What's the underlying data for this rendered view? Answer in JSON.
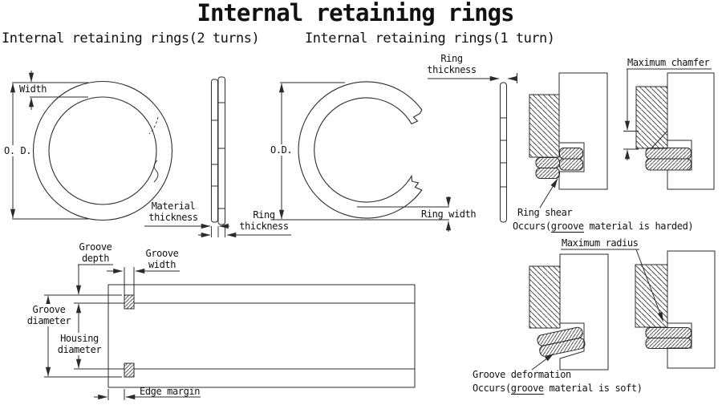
{
  "title": "Internal retaining rings",
  "subtitles": {
    "left": "Internal retaining rings(2 turns)",
    "right": "Internal retaining rings(1 turn)"
  },
  "left_ring": {
    "width": "Width",
    "od": "O. D.",
    "material_thickness": {
      "line1": "Material",
      "line2": "thickness"
    },
    "ring_thickness": {
      "line1": "Ring",
      "line2": "thickness"
    }
  },
  "mid_ring": {
    "od": "O.D.",
    "ring_width": "Ring width",
    "ring_thickness": {
      "line1": "Ring",
      "line2": "thickness"
    }
  },
  "groove_view": {
    "groove_depth": {
      "line1": "Groove",
      "line2": "depth"
    },
    "groove_width": {
      "line1": "Groove",
      "line2": "width"
    },
    "groove_diameter": {
      "line1": "Groove",
      "line2": "diameter"
    },
    "housing_diameter": {
      "line1": "Housing",
      "line2": "diameter"
    },
    "edge_margin": "Edge margin"
  },
  "failure_modes": {
    "ring_shear": {
      "title": "Ring shear",
      "occurs_prefix": "Occurs(",
      "occurs_underlined": "groove",
      "occurs_suffix": " material is harded)"
    },
    "maximum_chamfer": "Maximum chamfer",
    "maximum_radius": "Maximum radius",
    "groove_deformation": {
      "title": "Groove deformation",
      "occurs_prefix": "Occurs(",
      "occurs_underlined": "groove",
      "occurs_suffix": " material is soft)"
    }
  },
  "colors": {
    "line": "#2b2b2b",
    "text": "#111111",
    "background": "#ffffff"
  }
}
